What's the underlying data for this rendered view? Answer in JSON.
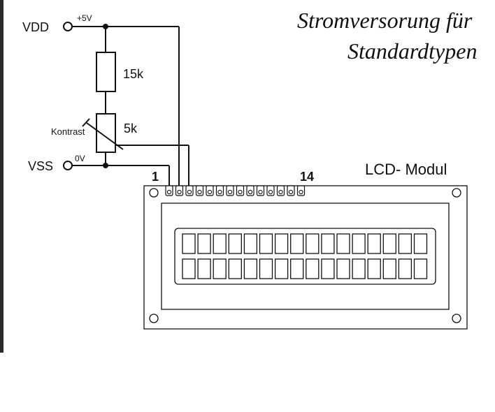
{
  "title": {
    "line1": "Stromversorung für",
    "line2": "Standardtypen"
  },
  "supply": {
    "vdd_label": "VDD",
    "vdd_voltage": "+5V",
    "vss_label": "VSS",
    "vss_voltage": "0V"
  },
  "components": {
    "r1_value": "15k",
    "r2_value": "5k",
    "pot_label": "Kontrast"
  },
  "lcd": {
    "label": "LCD- Modul",
    "pin_first": "1",
    "pin_last": "14",
    "pin_count": 14,
    "rows": 2,
    "columns": 16
  },
  "colors": {
    "line": "#111111",
    "page_left_bar": "#2a2a2a",
    "background": "#ffffff"
  }
}
